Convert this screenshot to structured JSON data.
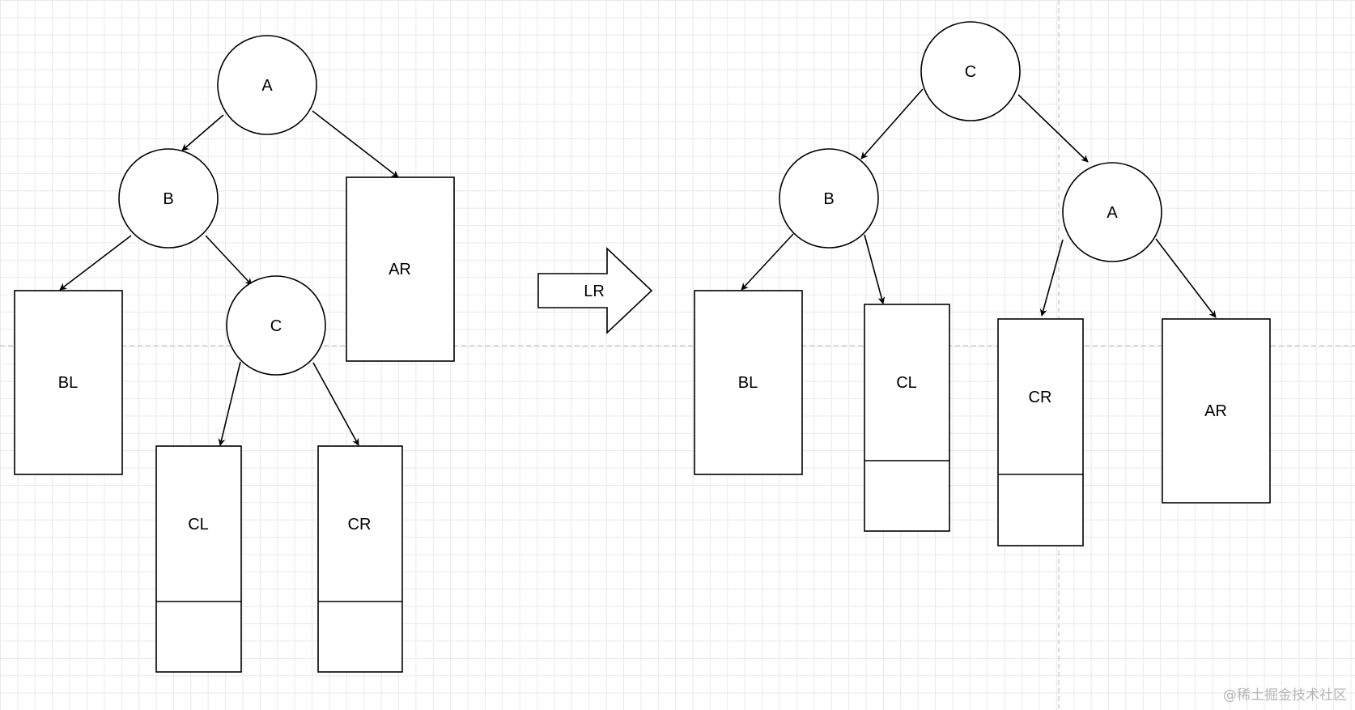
{
  "left_tree": {
    "nodes": {
      "a": "A",
      "b": "B",
      "c": "C"
    },
    "boxes": {
      "bl": "BL",
      "ar": "AR",
      "cl": "CL",
      "cr": "CR"
    }
  },
  "rotation_arrow": {
    "label": "LR"
  },
  "right_tree": {
    "nodes": {
      "c": "C",
      "b": "B",
      "a": "A"
    },
    "boxes": {
      "bl": "BL",
      "cl": "CL",
      "cr": "CR",
      "ar": "AR"
    }
  },
  "watermark": "@稀土掘金技术社区"
}
